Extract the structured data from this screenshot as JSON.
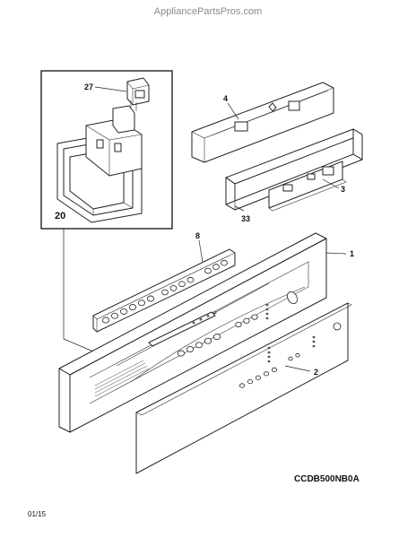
{
  "watermark": "AppliancePartsPros.com",
  "diagram_code": "CCDB500NB0A",
  "footer_date": "01/15",
  "callouts": {
    "c27": "27",
    "c20": "20",
    "c4": "4",
    "c3": "3",
    "c33": "33",
    "c8": "8",
    "c1": "1",
    "c2": "2"
  },
  "parts": {
    "p27": "27",
    "p20": "20",
    "p4": "4",
    "p3": "3",
    "p33": "33",
    "p8": "8",
    "p1": "1",
    "p2": "2"
  }
}
